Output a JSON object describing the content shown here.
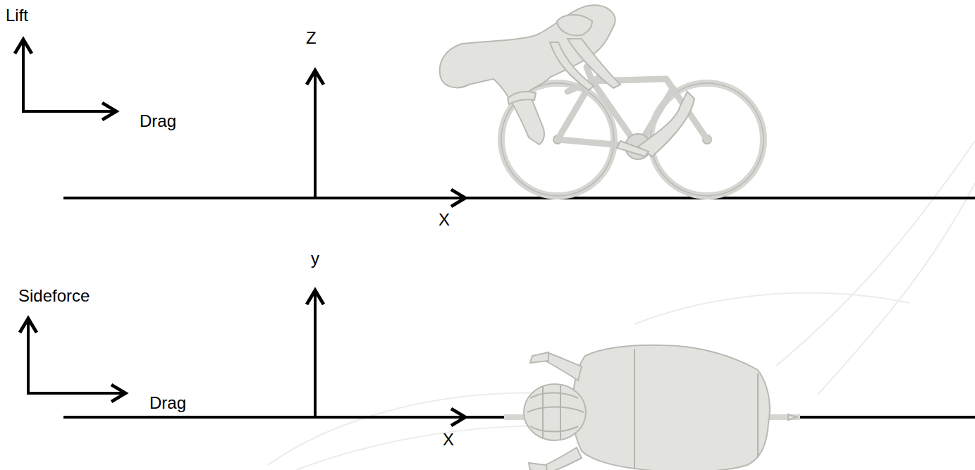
{
  "diagram": {
    "labels": [
      "Lift",
      "Drag",
      "Z",
      "X",
      "y",
      "Sideforce",
      "Drag",
      "X"
    ]
  }
}
